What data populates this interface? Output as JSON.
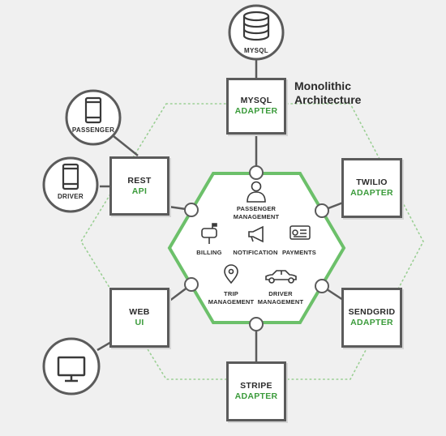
{
  "title": {
    "line1": "Monolithic",
    "line2": "Architecture"
  },
  "colors": {
    "box_border": "#5b5b5b",
    "core_border": "#6cc06a",
    "accent_text": "#3b9b3b",
    "dotted_outline": "#9bcf94"
  },
  "external": {
    "mysql": {
      "label": "MYSQL",
      "icon": "database-icon"
    },
    "passenger": {
      "label": "PASSENGER",
      "icon": "smartphone-icon"
    },
    "driver": {
      "label": "DRIVER",
      "icon": "smartphone-icon"
    },
    "web_client": {
      "icon": "desktop-monitor-icon"
    }
  },
  "adapters": {
    "mysql": {
      "line1": "MYSQL",
      "line2": "ADAPTER"
    },
    "rest": {
      "line1": "REST",
      "line2": "API"
    },
    "twilio": {
      "line1": "TWILIO",
      "line2": "ADAPTER"
    },
    "web": {
      "line1": "WEB",
      "line2": "UI"
    },
    "sendgrid": {
      "line1": "SENDGRID",
      "line2": "ADAPTER"
    },
    "stripe": {
      "line1": "STRIPE",
      "line2": "ADAPTER"
    }
  },
  "core": {
    "passenger_mgmt": {
      "line1": "PASSENGER",
      "line2": "MANAGEMENT",
      "icon": "person-icon"
    },
    "billing": {
      "label": "BILLING",
      "icon": "mailbox-icon"
    },
    "notification": {
      "label": "NOTIFICATION",
      "icon": "megaphone-icon"
    },
    "payments": {
      "label": "PAYMENTS",
      "icon": "credit-card-icon"
    },
    "trip_mgmt": {
      "line1": "TRIP",
      "line2": "MANAGEMENT",
      "icon": "map-pin-icon"
    },
    "driver_mgmt": {
      "line1": "DRIVER",
      "line2": "MANAGEMENT",
      "icon": "car-icon"
    }
  }
}
